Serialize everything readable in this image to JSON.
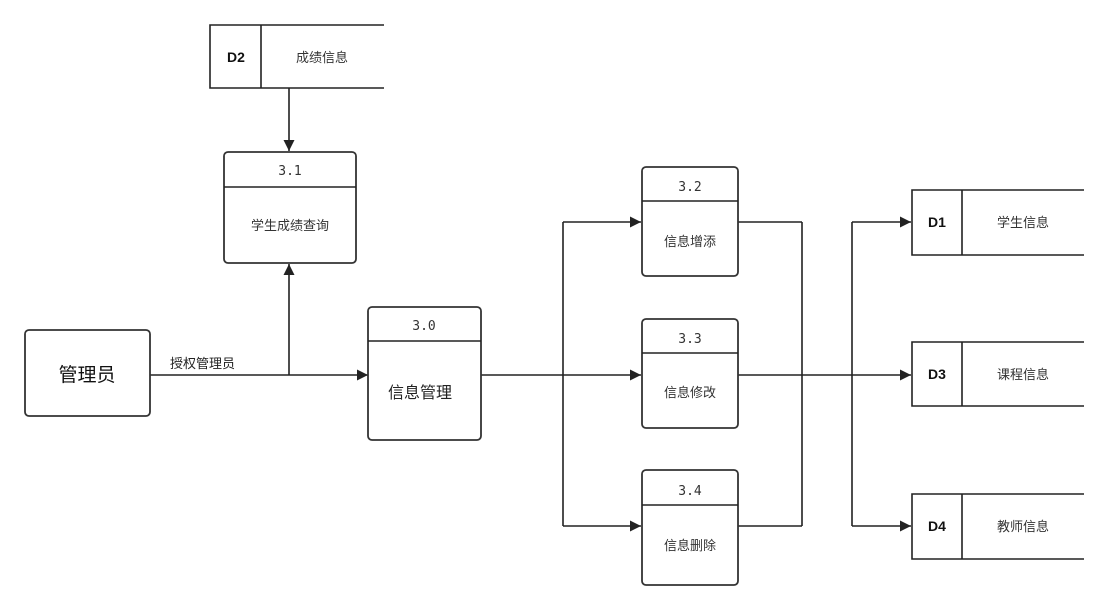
{
  "external_entity": {
    "label": "管理员"
  },
  "flow_label": "授权管理员",
  "processes": {
    "p30": {
      "number": "3.0",
      "label": "信息管理"
    },
    "p31": {
      "number": "3.1",
      "label": "学生成绩查询"
    },
    "p32": {
      "number": "3.2",
      "label": "信息增添"
    },
    "p33": {
      "number": "3.3",
      "label": "信息修改"
    },
    "p34": {
      "number": "3.4",
      "label": "信息删除"
    }
  },
  "stores": {
    "d1": {
      "id": "D1",
      "label": "学生信息"
    },
    "d2": {
      "id": "D2",
      "label": "成绩信息"
    },
    "d3": {
      "id": "D3",
      "label": "课程信息"
    },
    "d4": {
      "id": "D4",
      "label": "教师信息"
    }
  }
}
